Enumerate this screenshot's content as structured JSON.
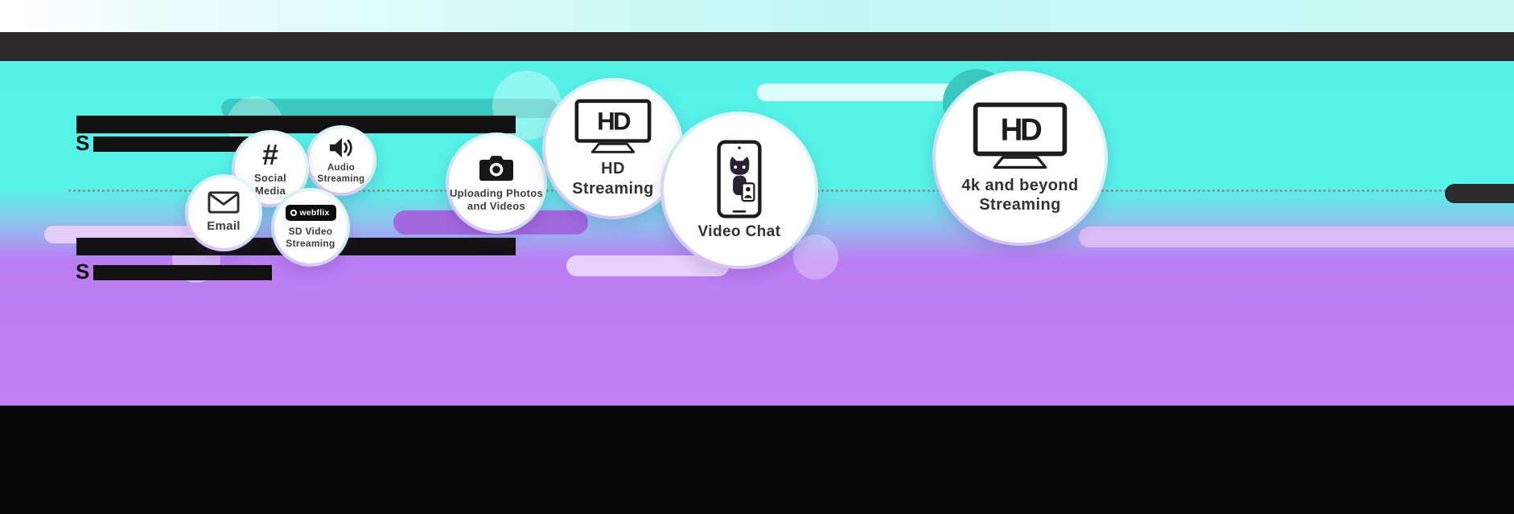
{
  "colors": {
    "cyan": "#55f1e7",
    "purple": "#bf7ef4",
    "header_bar": "#2b2929",
    "footer": "#060606",
    "label_text": "#3c3c3c",
    "pill_teal_dark": "#3cc9c2",
    "pill_lavender": "#e6cdf9"
  },
  "speed_line": {
    "style": "dotted"
  },
  "redacted": {
    "top": {
      "lead": "S"
    },
    "bottom": {
      "lead": "S"
    }
  },
  "bubbles": {
    "email": {
      "label": "Email",
      "icon": "envelope-icon"
    },
    "social": {
      "symbol": "#",
      "line1": "Social",
      "line2": "Media",
      "icon": "hashtag-glyph"
    },
    "audio": {
      "line1": "Audio",
      "line2": "Streaming",
      "icon": "speaker-icon"
    },
    "sd": {
      "badge": "webflix",
      "line1": "SD Video",
      "line2": "Streaming",
      "icon": "webflix-badge"
    },
    "upload": {
      "line1": "Uploading Photos",
      "line2": "and Videos",
      "icon": "camera-icon"
    },
    "hd": {
      "tv_text": "HD",
      "line1": "HD",
      "line2": "Streaming",
      "icon": "tv-hd-icon"
    },
    "videochat": {
      "label": "Video Chat",
      "icon": "phone-video-call-icon"
    },
    "fourk": {
      "tv_text": "HD",
      "line1": "4k and beyond",
      "line2": "Streaming",
      "icon": "tv-hd-icon"
    }
  }
}
